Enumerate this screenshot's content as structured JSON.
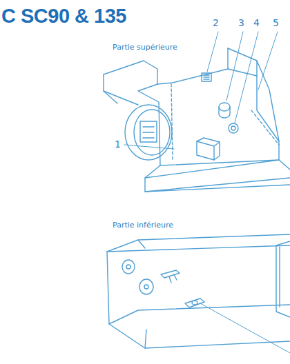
{
  "diagram": {
    "title": "C SC90 & 135",
    "labels": [
      "2",
      "3",
      "4",
      "5",
      "Partie supérieure",
      "1",
      "Partie inférieure"
    ]
  }
}
